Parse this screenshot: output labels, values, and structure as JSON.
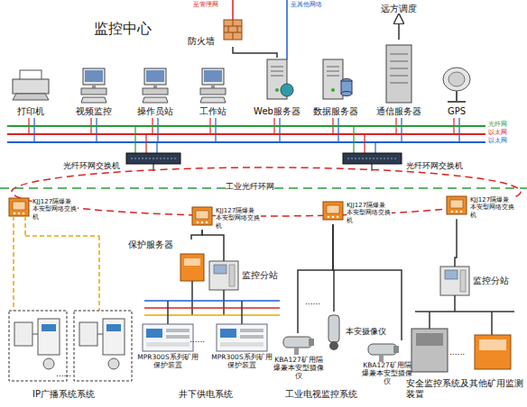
{
  "diagram": {
    "title": "监控中心",
    "nodes": [
      {
        "text": [
          "防火墙"
        ]
      },
      {
        "text": [
          "远方调度"
        ]
      },
      {
        "text": [
          "打印机"
        ]
      },
      {
        "text": [
          "视频监控"
        ]
      },
      {
        "text": [
          "操作员站"
        ]
      },
      {
        "text": [
          "工作站"
        ]
      },
      {
        "text": [
          "Web服务器"
        ]
      },
      {
        "text": [
          "数据服务器"
        ]
      },
      {
        "text": [
          "通信服务器"
        ]
      },
      {
        "text": [
          "GPS"
        ]
      },
      {
        "text": [
          "光纤环网交换机"
        ]
      },
      {
        "text": [
          "光纤环网交换机"
        ]
      },
      {
        "text": [
          "KJJ127隔爆兼本安型网络交换机"
        ]
      },
      {
        "text": [
          "KJJ127隔爆兼本安型网络交换机"
        ]
      },
      {
        "text": [
          "KJJ127隔爆兼本安型网络交换机"
        ]
      },
      {
        "text": [
          "KJJ127隔爆兼本安型网络交换机"
        ]
      },
      {
        "text": [
          "保护服务器"
        ]
      },
      {
        "text": [
          "监控分站"
        ]
      },
      {
        "text": [
          "监控分站"
        ]
      },
      {
        "text": [
          "MPR300S系列矿用保护装置"
        ]
      },
      {
        "text": [
          "MPR300S系列矿用保护装置"
        ]
      },
      {
        "text": [
          "KBA127矿用隔爆兼本安型摄像仪"
        ]
      },
      {
        "text": [
          "本安摄像仪"
        ]
      },
      {
        "text": [
          "KBA127矿用隔爆兼本安型摄像仪"
        ]
      }
    ],
    "edges": [
      {
        "from": 0,
        "to": 6,
        "arrow": "none"
      },
      {
        "from": 8,
        "to": 1,
        "arrow": "to"
      },
      {
        "from": 13,
        "to": 16,
        "arrow": "none"
      },
      {
        "from": 13,
        "to": 17,
        "arrow": "none"
      },
      {
        "from": 14,
        "to": 21,
        "arrow": "none"
      },
      {
        "from": 14,
        "to": 22,
        "arrow": "none"
      },
      {
        "from": 14,
        "to": 23,
        "arrow": "none"
      },
      {
        "from": 15,
        "to": 18,
        "arrow": "none"
      }
    ],
    "labels": [
      "至管理网",
      "至其他网络",
      "光纤网",
      "以太网",
      "以太网",
      "工业光纤环网",
      "IP广播系统系统",
      "井下供电系统",
      "工业电视监控系统",
      "安全监控系统及其他矿用监测装置",
      "......",
      "......",
      "......",
      "......"
    ]
  }
}
